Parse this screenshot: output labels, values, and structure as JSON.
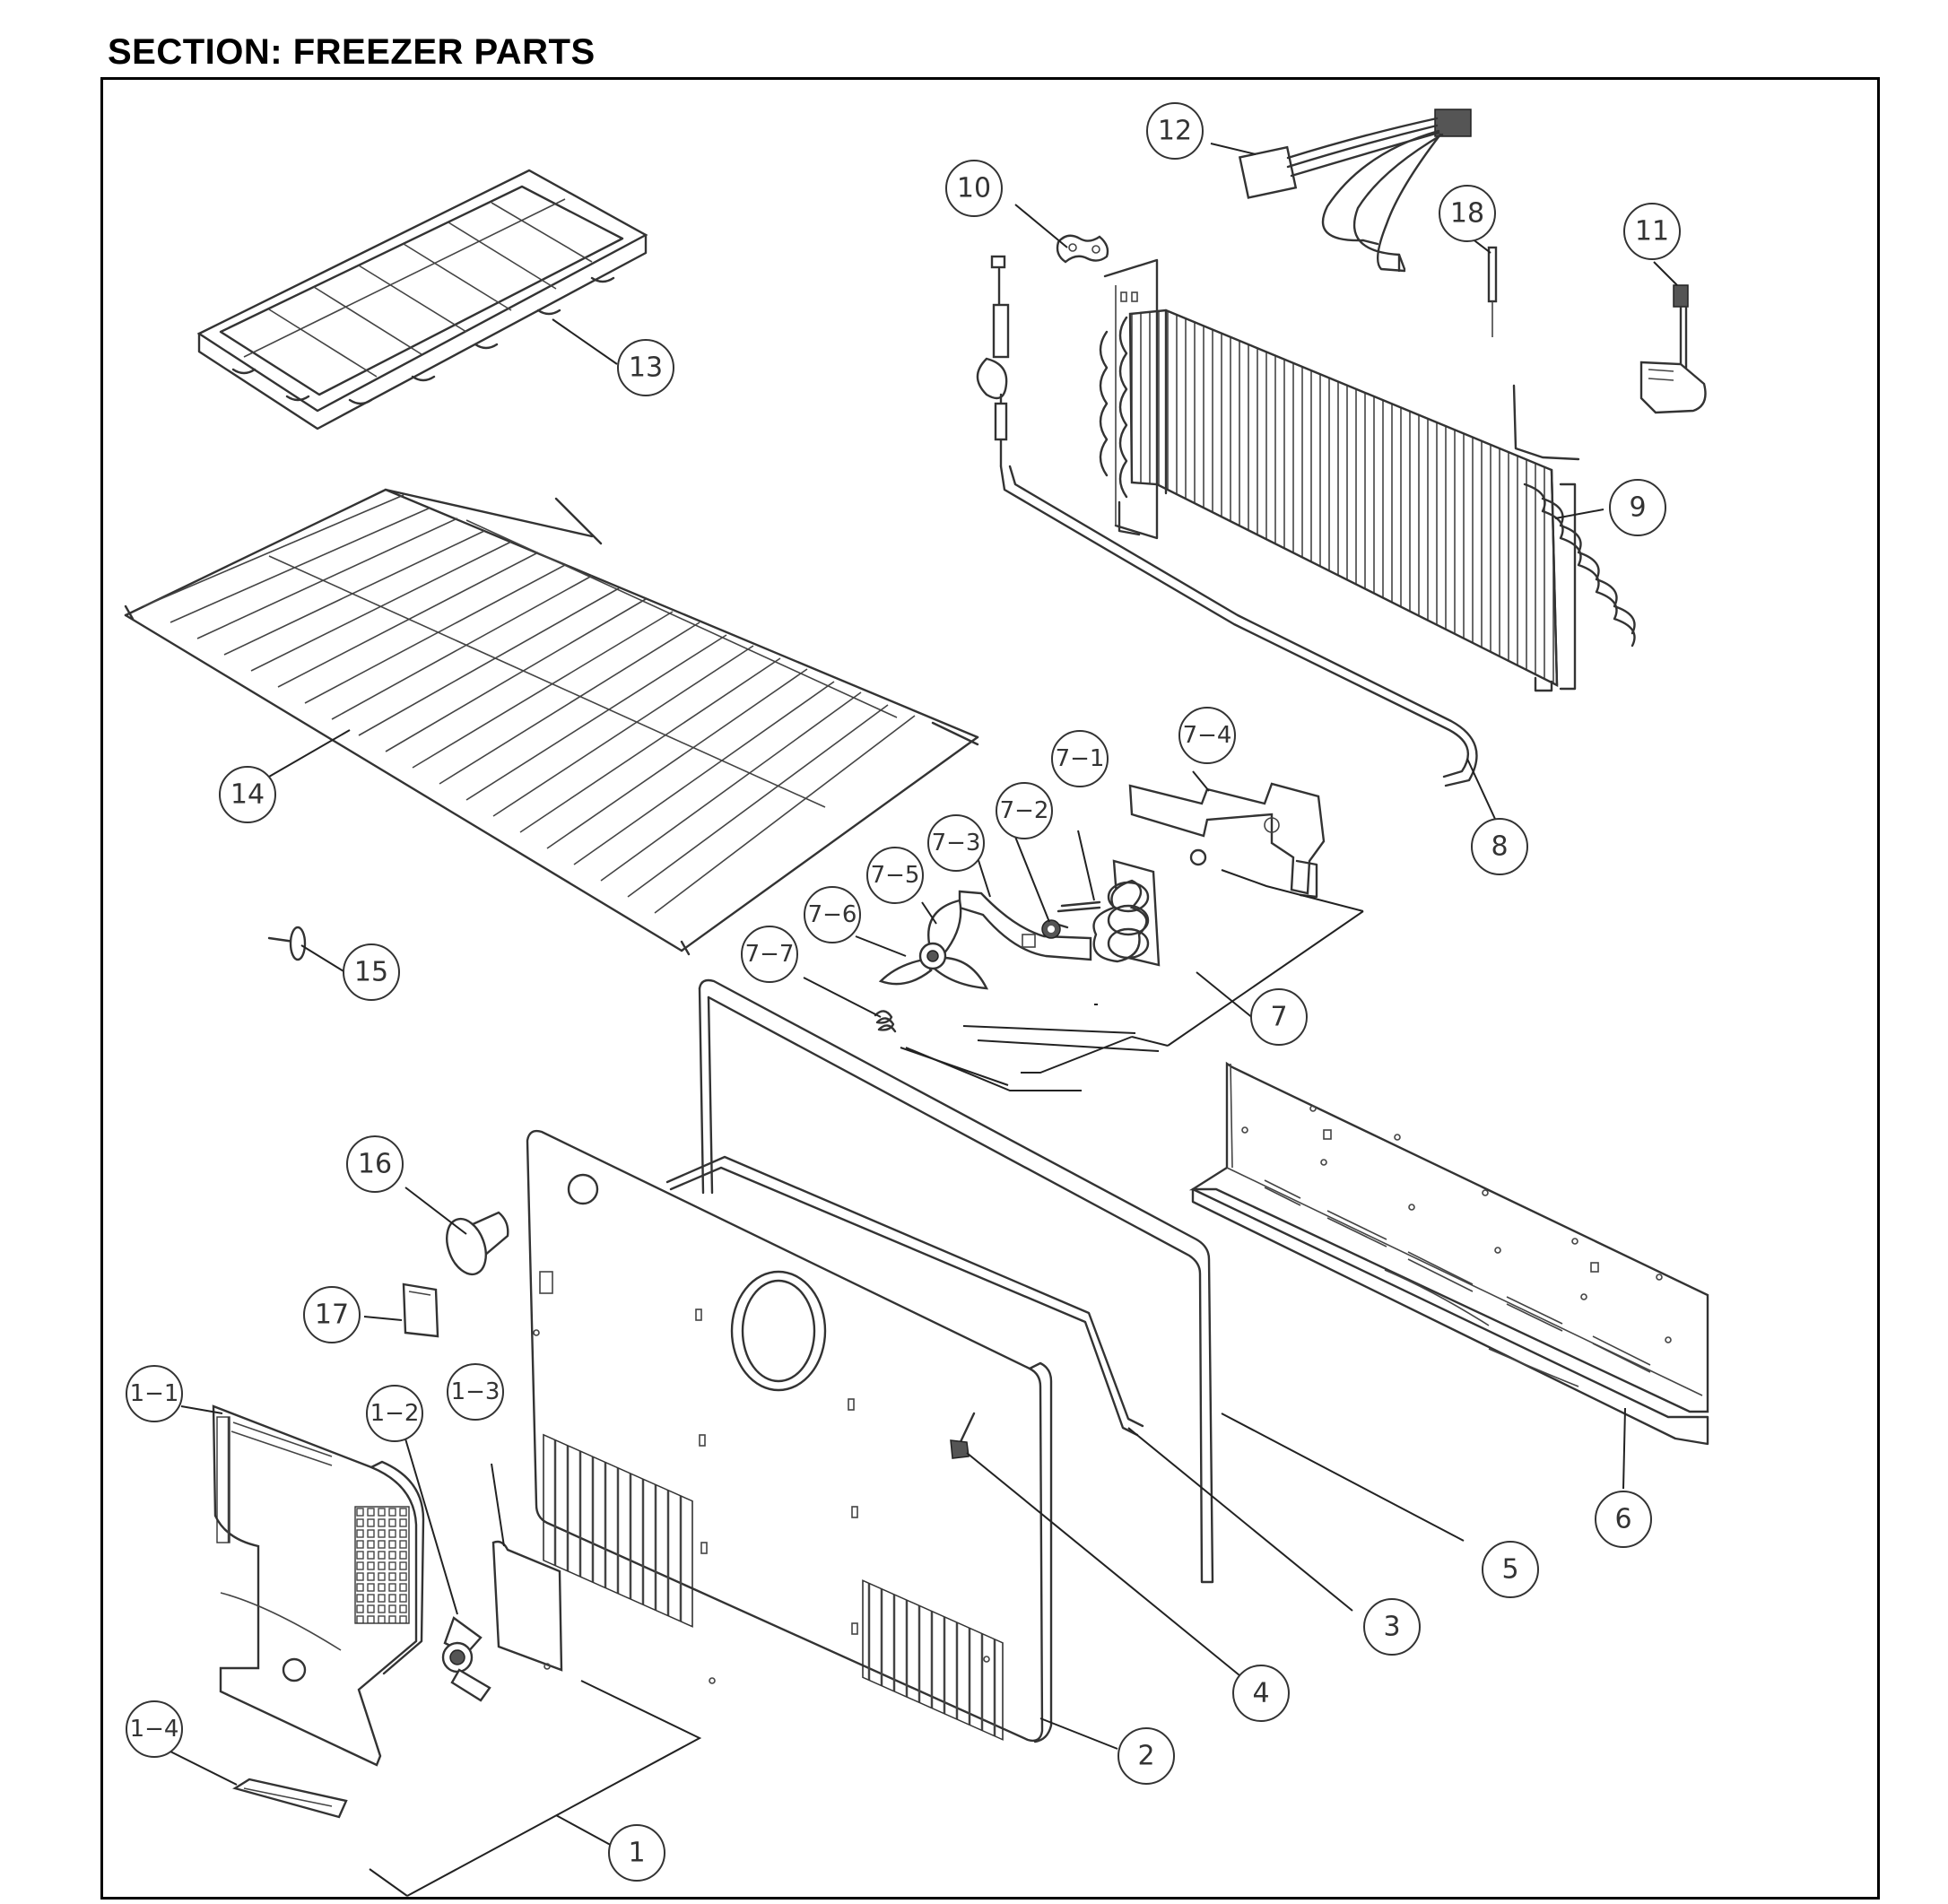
{
  "title": "SECTION: FREEZER PARTS",
  "callouts": [
    {
      "id": "c1",
      "label": "1"
    },
    {
      "id": "c1-1",
      "label": "1−1"
    },
    {
      "id": "c1-2",
      "label": "1−2"
    },
    {
      "id": "c1-3",
      "label": "1−3"
    },
    {
      "id": "c1-4",
      "label": "1−4"
    },
    {
      "id": "c2",
      "label": "2"
    },
    {
      "id": "c3",
      "label": "3"
    },
    {
      "id": "c4",
      "label": "4"
    },
    {
      "id": "c5",
      "label": "5"
    },
    {
      "id": "c6",
      "label": "6"
    },
    {
      "id": "c7",
      "label": "7"
    },
    {
      "id": "c7-1",
      "label": "7−1"
    },
    {
      "id": "c7-2",
      "label": "7−2"
    },
    {
      "id": "c7-3",
      "label": "7−3"
    },
    {
      "id": "c7-4",
      "label": "7−4"
    },
    {
      "id": "c7-5",
      "label": "7−5"
    },
    {
      "id": "c7-6",
      "label": "7−6"
    },
    {
      "id": "c7-7",
      "label": "7−7"
    },
    {
      "id": "c8",
      "label": "8"
    },
    {
      "id": "c9",
      "label": "9"
    },
    {
      "id": "c10",
      "label": "10"
    },
    {
      "id": "c11",
      "label": "11"
    },
    {
      "id": "c12",
      "label": "12"
    },
    {
      "id": "c13",
      "label": "13"
    },
    {
      "id": "c14",
      "label": "14"
    },
    {
      "id": "c15",
      "label": "15"
    },
    {
      "id": "c16",
      "label": "16"
    },
    {
      "id": "c17",
      "label": "17"
    },
    {
      "id": "c18",
      "label": "18"
    }
  ]
}
